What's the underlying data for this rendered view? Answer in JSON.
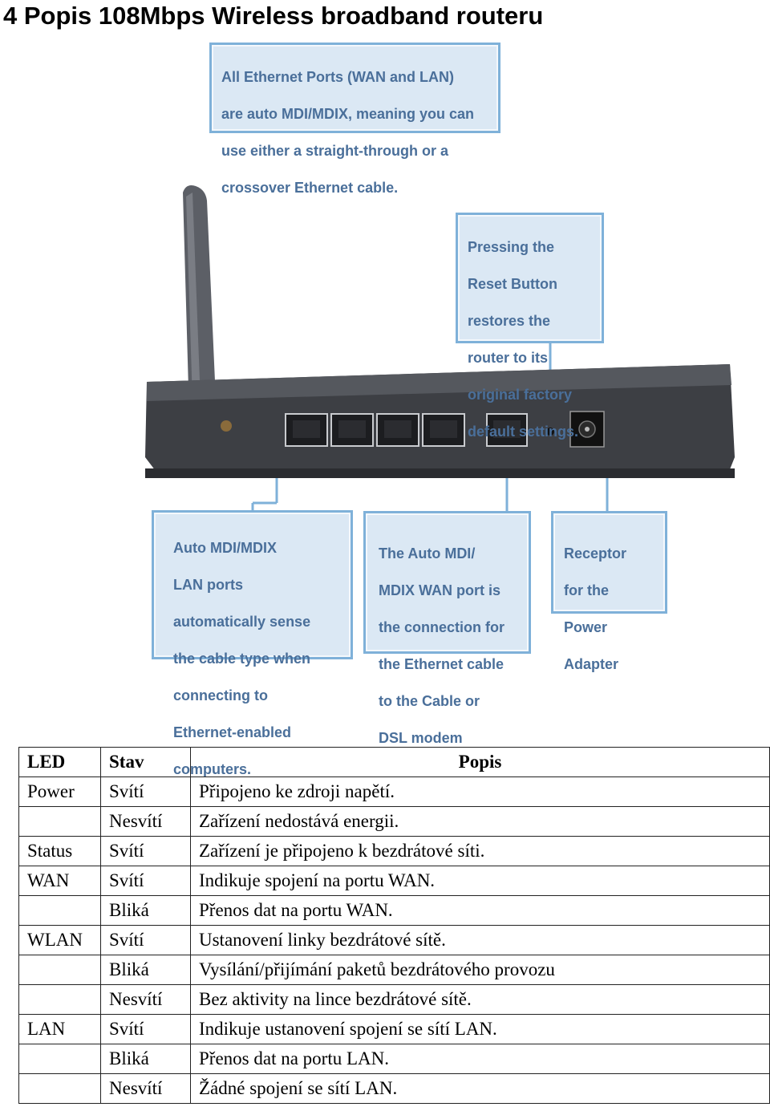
{
  "title": "4 Popis 108Mbps Wireless broadband routeru",
  "figure": {
    "callouts": {
      "mdix": [
        "All Ethernet Ports (WAN and LAN)",
        "are auto MDI/MDIX, meaning you can",
        "use either a straight-through or a",
        "crossover Ethernet cable."
      ],
      "reset": [
        "Pressing the",
        "Reset Button",
        "restores the",
        "router to its",
        "original factory",
        "default settings."
      ],
      "lan": [
        "Auto MDI/MDIX",
        "LAN ports",
        "automatically sense",
        "the cable type when",
        "connecting to",
        "Ethernet-enabled",
        "computers."
      ],
      "wan": [
        "The Auto MDI/",
        "MDIX WAN port is",
        "the connection for",
        "the Ethernet cable",
        "to the Cable or",
        "DSL modem"
      ],
      "power": [
        "Receptor",
        "for the",
        "Power",
        "Adapter"
      ]
    },
    "colors": {
      "callout_border": "#7fb1d9",
      "callout_fill": "#dbe8f4",
      "callout_text": "#4a6f9a",
      "router_body": "#3d3f44"
    }
  },
  "table": {
    "headers": [
      "LED",
      "Stav",
      "Popis"
    ],
    "rows": [
      [
        "Power",
        "Svítí",
        "Připojeno ke zdroji napětí."
      ],
      [
        "",
        "Nesvítí",
        "Zařízení nedostává energii."
      ],
      [
        "Status",
        "Svítí",
        "Zařízení je připojeno k bezdrátové síti."
      ],
      [
        "WAN",
        "Svítí",
        "Indikuje spojení na portu WAN."
      ],
      [
        "",
        "Bliká",
        "Přenos dat na portu WAN."
      ],
      [
        "WLAN",
        "Svítí",
        "Ustanovení linky bezdrátové sítě."
      ],
      [
        "",
        "Bliká",
        "Vysílání/přijímání paketů bezdrátového provozu"
      ],
      [
        "",
        "Nesvítí",
        "Bez aktivity na lince bezdrátové sítě."
      ],
      [
        "LAN",
        "Svítí",
        "Indikuje ustanovení spojení se sítí LAN."
      ],
      [
        "",
        "Bliká",
        "Přenos dat na portu LAN."
      ],
      [
        "",
        "Nesvítí",
        "Žádné spojení se sítí LAN."
      ]
    ]
  }
}
